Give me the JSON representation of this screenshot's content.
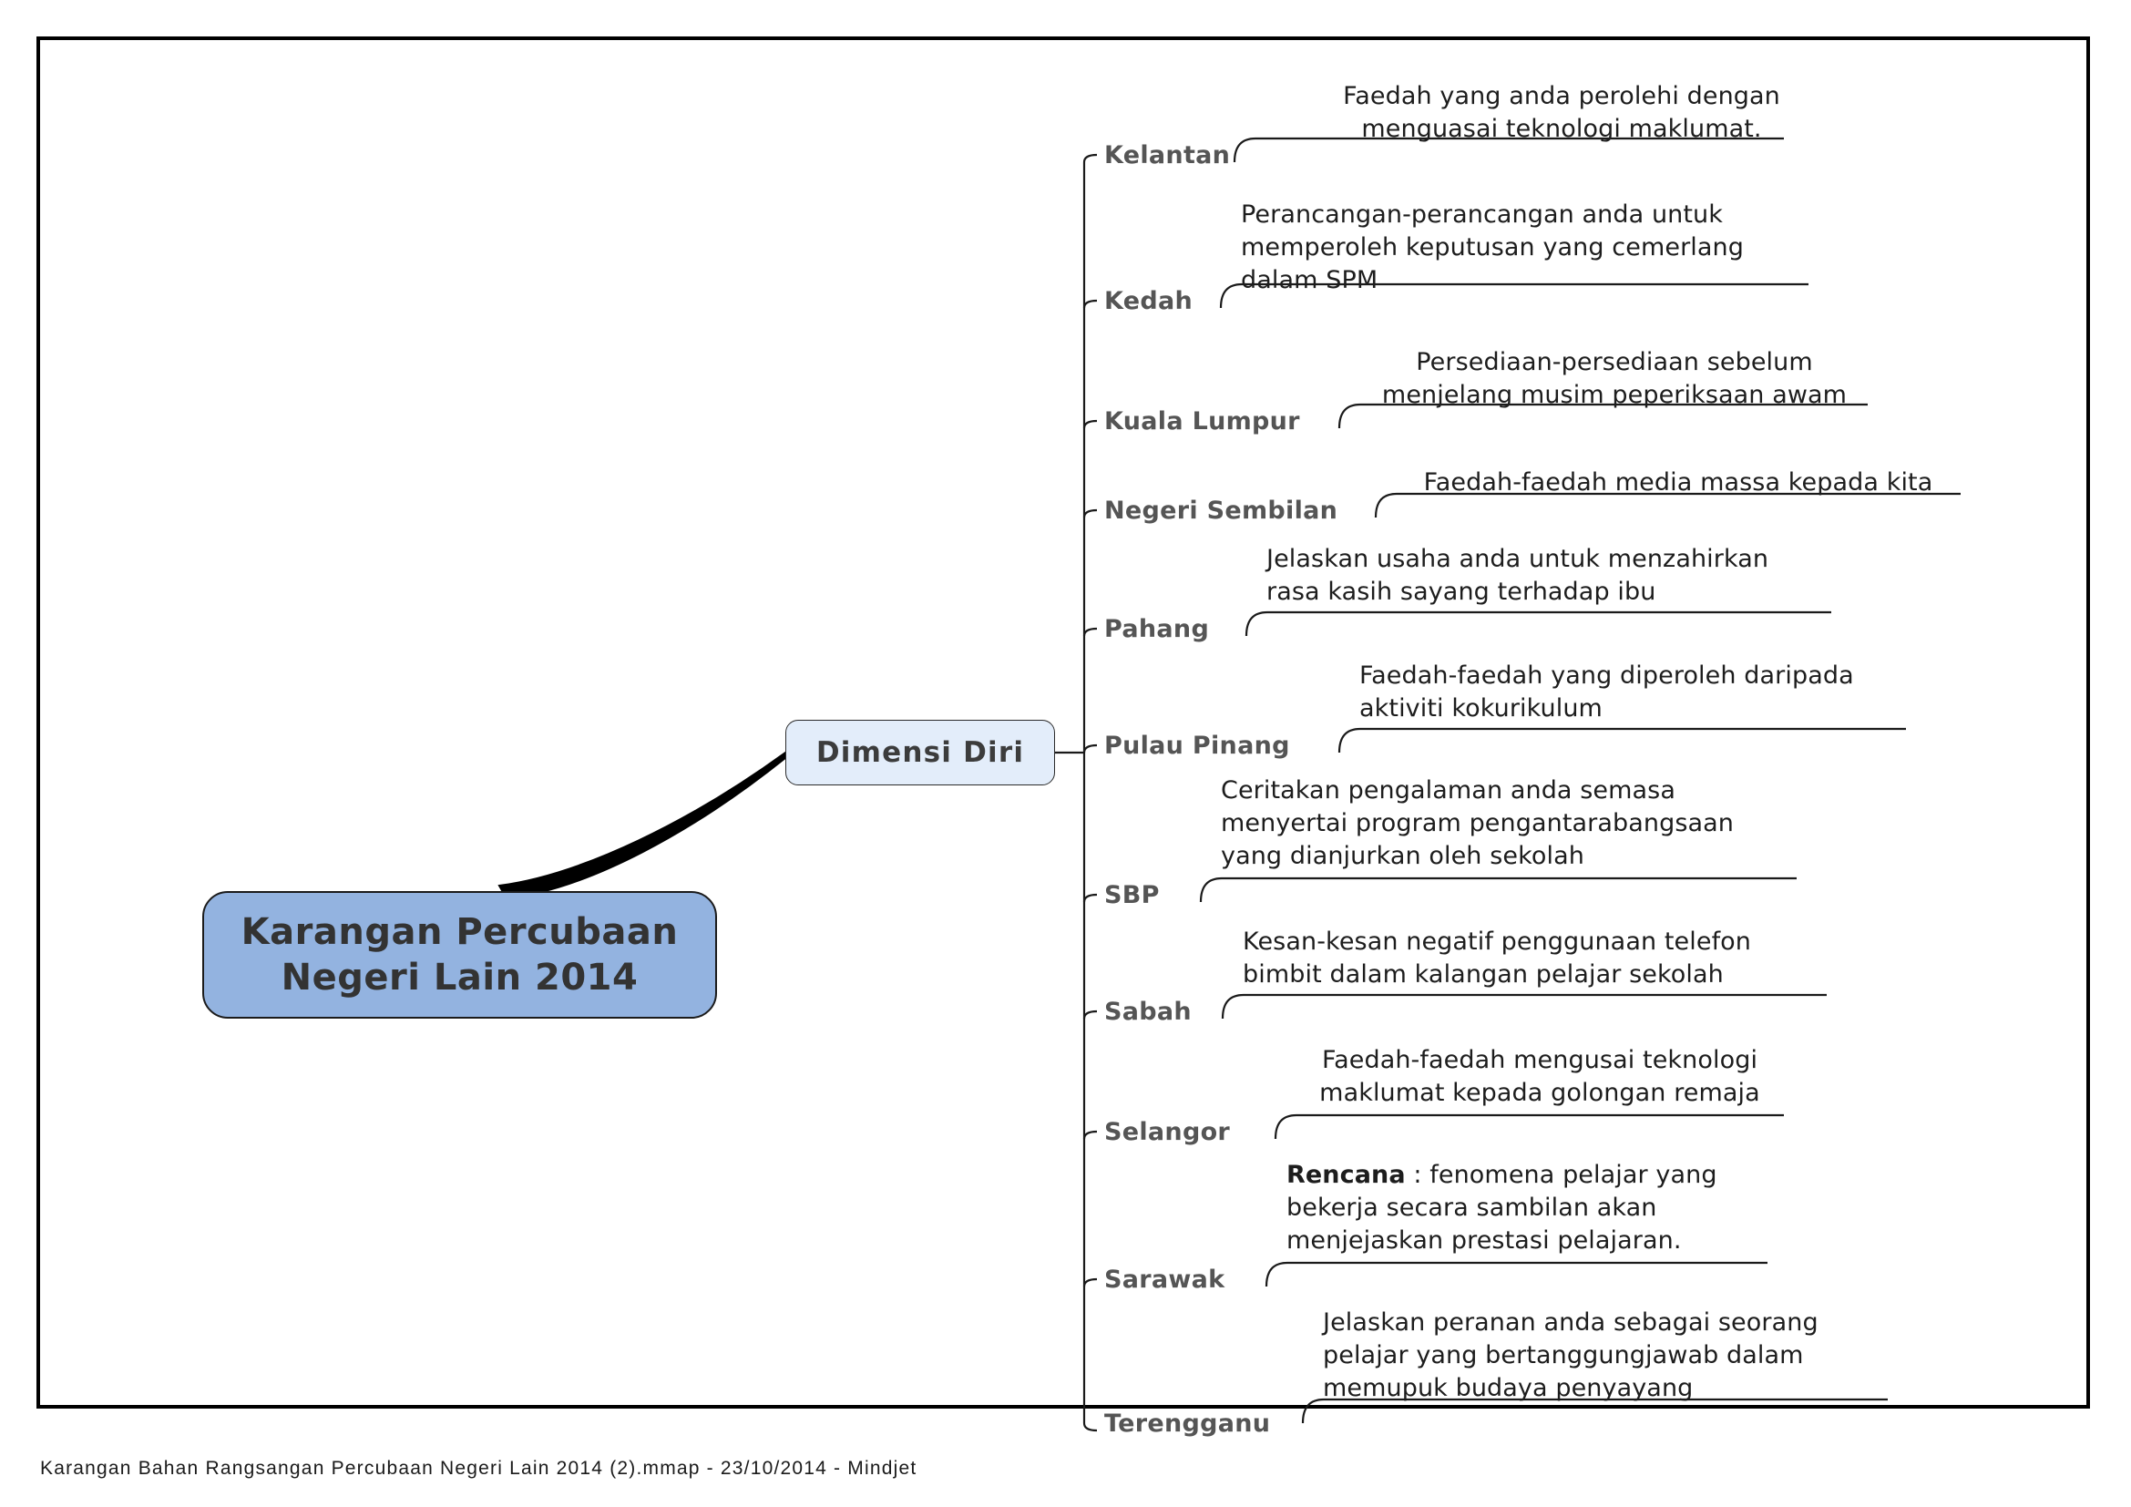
{
  "document": {
    "footer_caption": "Karangan Bahan Rangsangan Percubaan Negeri Lain 2014 (2).mmap - 23/10/2014 - Mindjet",
    "border_color": "#000000",
    "background": "#ffffff"
  },
  "root": {
    "label": "Karangan Percubaan\nNegeri Lain 2014",
    "fill": "#93b3e0",
    "stroke": "#1b1b1b"
  },
  "branch": {
    "label": "Dimensi Diri",
    "fill": "#e3edfa",
    "stroke": "#2b2b2b"
  },
  "nodes": [
    {
      "state": "Kelantan",
      "text": "Faedah yang anda perolehi dengan\nmenguasai teknologi maklumat.",
      "bold_prefix": ""
    },
    {
      "state": "Kedah",
      "text": "Perancangan-perancangan anda untuk\nmemperoleh keputusan yang cemerlang\ndalam SPM",
      "bold_prefix": ""
    },
    {
      "state": "Kuala Lumpur",
      "text": "Persediaan-persediaan sebelum\nmenjelang musim peperiksaan awam",
      "bold_prefix": ""
    },
    {
      "state": "Negeri Sembilan",
      "text": "Faedah-faedah media massa kepada kita",
      "bold_prefix": ""
    },
    {
      "state": "Pahang",
      "text": "Jelaskan usaha anda untuk menzahirkan\nrasa kasih sayang terhadap ibu",
      "bold_prefix": ""
    },
    {
      "state": "Pulau Pinang",
      "text": "Faedah-faedah yang diperoleh daripada\naktiviti kokurikulum",
      "bold_prefix": ""
    },
    {
      "state": "SBP",
      "text": "Ceritakan pengalaman anda semasa\nmenyertai program pengantarabangsaan\nyang dianjurkan oleh sekolah",
      "bold_prefix": ""
    },
    {
      "state": "Sabah",
      "text": "Kesan-kesan negatif penggunaan telefon\nbimbit dalam kalangan pelajar sekolah",
      "bold_prefix": ""
    },
    {
      "state": "Selangor",
      "text": "Faedah-faedah mengusai teknologi\nmaklumat kepada golongan remaja",
      "bold_prefix": ""
    },
    {
      "state": "Sarawak",
      "text": " : fenomena pelajar yang\nbekerja secara sambilan akan\nmenjejaskan prestasi pelajaran.",
      "bold_prefix": "Rencana"
    },
    {
      "state": "Terengganu",
      "text": "Jelaskan peranan anda sebagai seorang\npelajar yang bertanggungjawab dalam\nmemupuk budaya penyayang",
      "bold_prefix": ""
    }
  ]
}
